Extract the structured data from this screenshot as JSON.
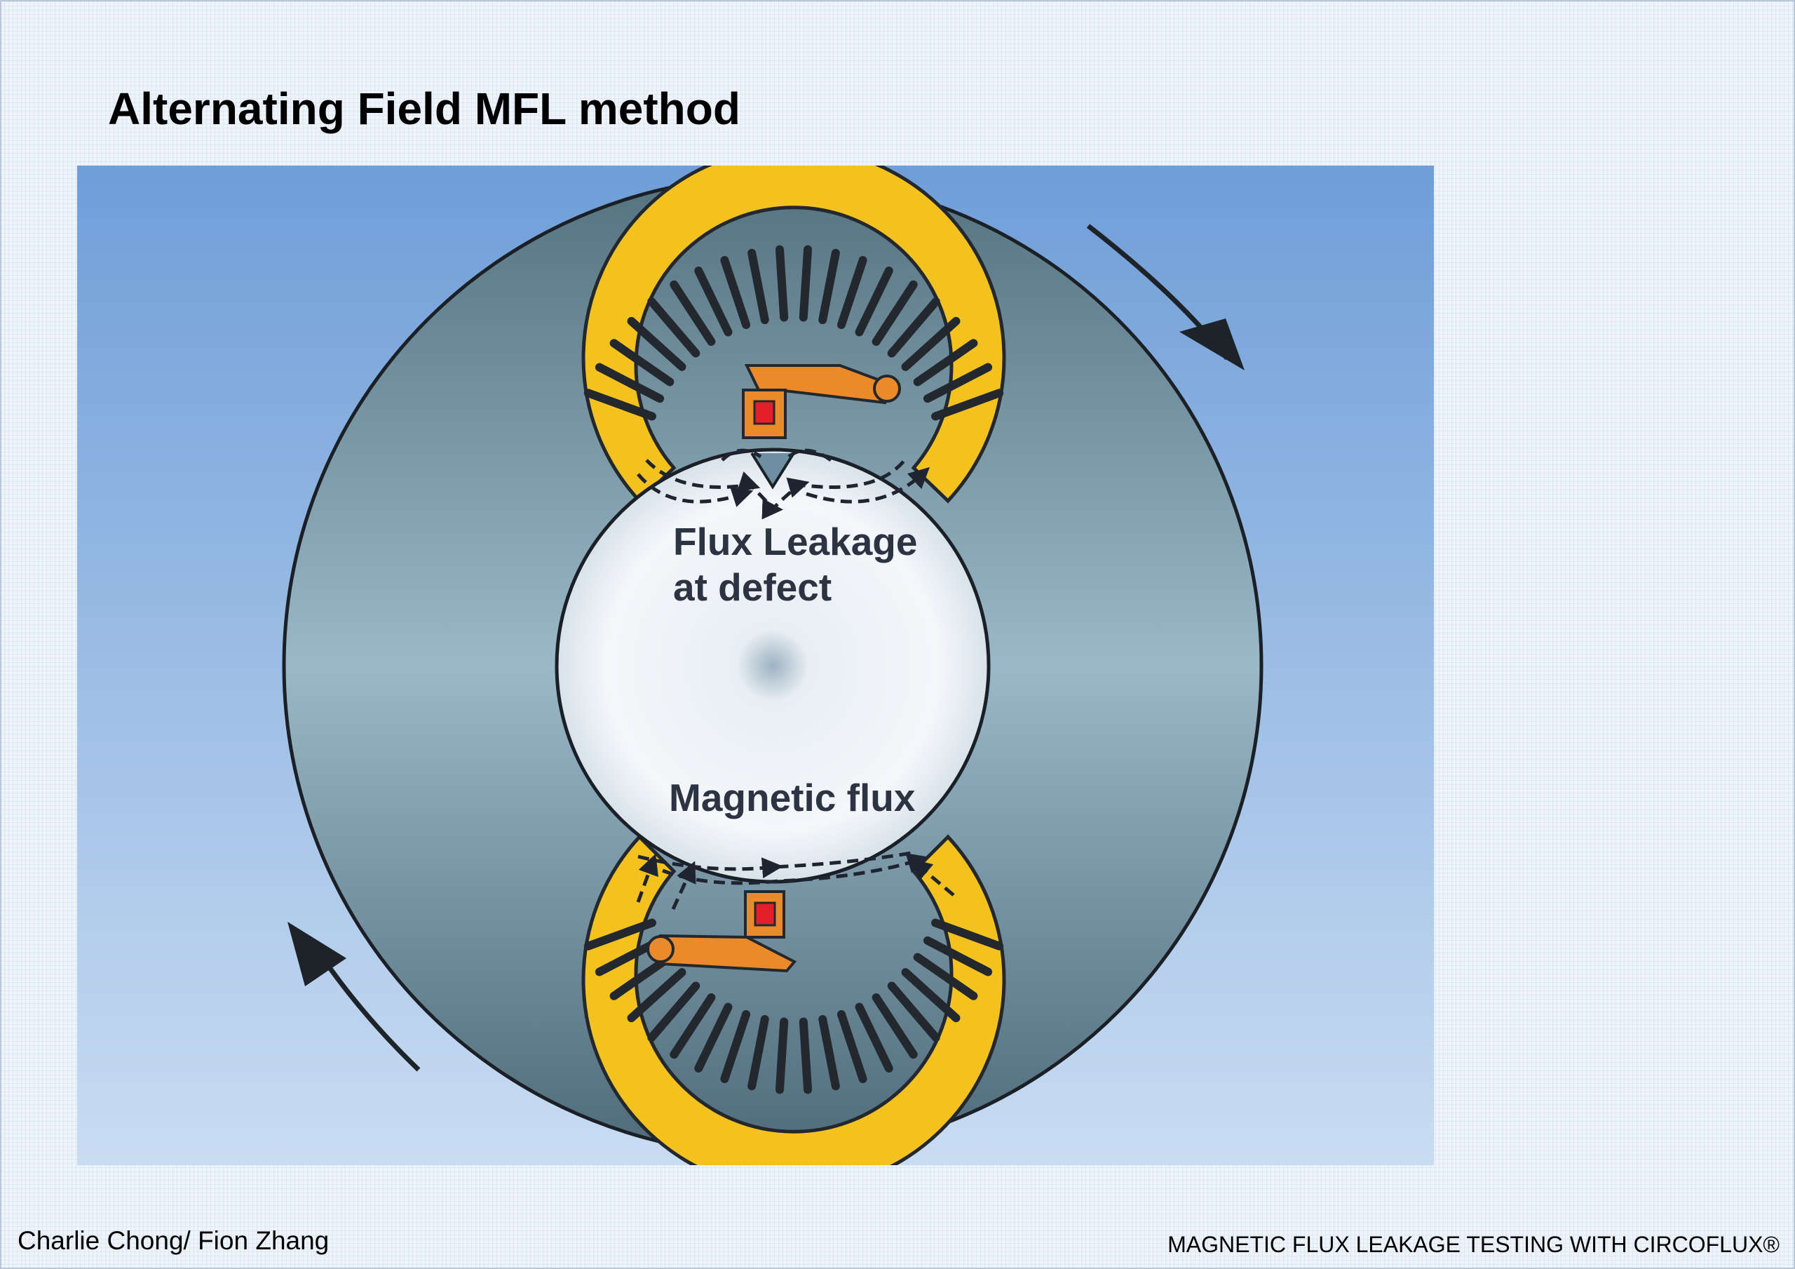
{
  "slide": {
    "title": "Alternating Field MFL method"
  },
  "diagram": {
    "labels": {
      "flux_leakage_line1": "Flux Leakage",
      "flux_leakage_line2": "at defect",
      "magnetic_flux": "Magnetic flux"
    },
    "colors": {
      "background_top": "#6f9ed8",
      "background_bottom": "#c9dcf2",
      "disc": "#6e8ea1",
      "coil_core": "#f3c21f",
      "coil_winding": "#23272e",
      "sensor_arm": "#ea8a2b",
      "sensor_element": "#e3202a",
      "center_bore": "#eef3f8"
    },
    "icons": [
      "clockwise-arrow-icon",
      "counter-clockwise-arrow-icon"
    ]
  },
  "footer": {
    "authors": "Charlie Chong/ Fion Zhang",
    "course_title": "MAGNETIC FLUX LEAKAGE TESTING WITH CIRCOFLUX®"
  }
}
